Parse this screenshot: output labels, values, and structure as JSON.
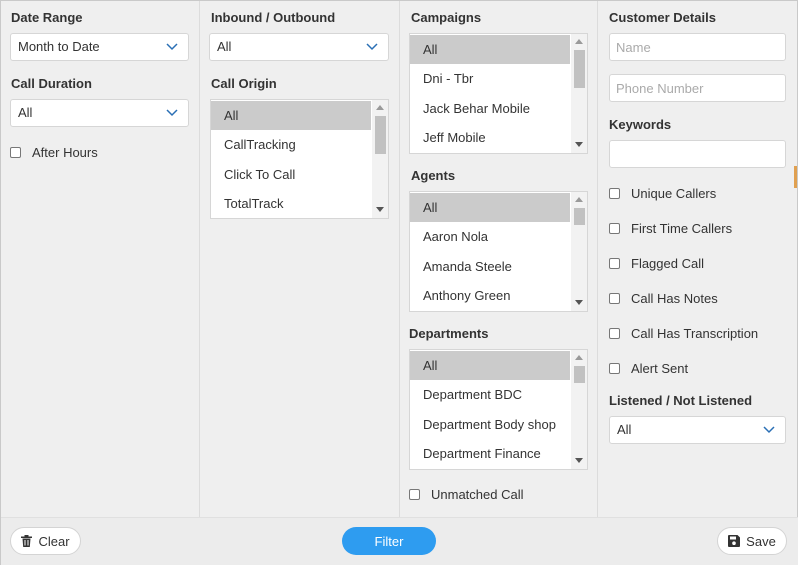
{
  "date_range": {
    "label": "Date Range",
    "value": "Month to Date"
  },
  "call_duration": {
    "label": "Call Duration",
    "value": "All"
  },
  "after_hours": {
    "label": "After Hours"
  },
  "inbound_outbound": {
    "label": "Inbound / Outbound",
    "value": "All"
  },
  "call_origin": {
    "label": "Call Origin",
    "items": [
      "All",
      "CallTracking",
      "Click To Call",
      "TotalTrack"
    ]
  },
  "campaigns": {
    "label": "Campaigns",
    "items": [
      "All",
      "Dni - Tbr",
      "Jack Behar Mobile",
      "Jeff Mobile"
    ]
  },
  "agents": {
    "label": "Agents",
    "items": [
      "All",
      "Aaron Nola",
      "Amanda Steele",
      "Anthony Green"
    ]
  },
  "departments": {
    "label": "Departments",
    "items": [
      "All",
      "Department BDC",
      "Department Body shop",
      "Department Finance"
    ]
  },
  "unmatched_call": {
    "label": "Unmatched Call"
  },
  "customer_details": {
    "label": "Customer Details",
    "name_placeholder": "Name",
    "phone_placeholder": "Phone Number"
  },
  "keywords": {
    "label": "Keywords",
    "value": ""
  },
  "checkboxes": {
    "unique_callers": "Unique Callers",
    "first_time_callers": "First Time Callers",
    "flagged_call": "Flagged Call",
    "call_has_notes": "Call Has Notes",
    "call_has_transcription": "Call Has Transcription",
    "alert_sent": "Alert Sent"
  },
  "listened": {
    "label": "Listened / Not Listened",
    "value": "All"
  },
  "footer": {
    "clear_label": "Clear",
    "filter_label": "Filter",
    "save_label": "Save"
  },
  "colors": {
    "accent": "#2e9cf0",
    "chevron": "#2a6fb5",
    "selected_row": "#cbcbcb"
  },
  "icons": {
    "select": "chevron-down-icon",
    "clear": "trash-icon",
    "save": "floppy-disk-icon"
  }
}
